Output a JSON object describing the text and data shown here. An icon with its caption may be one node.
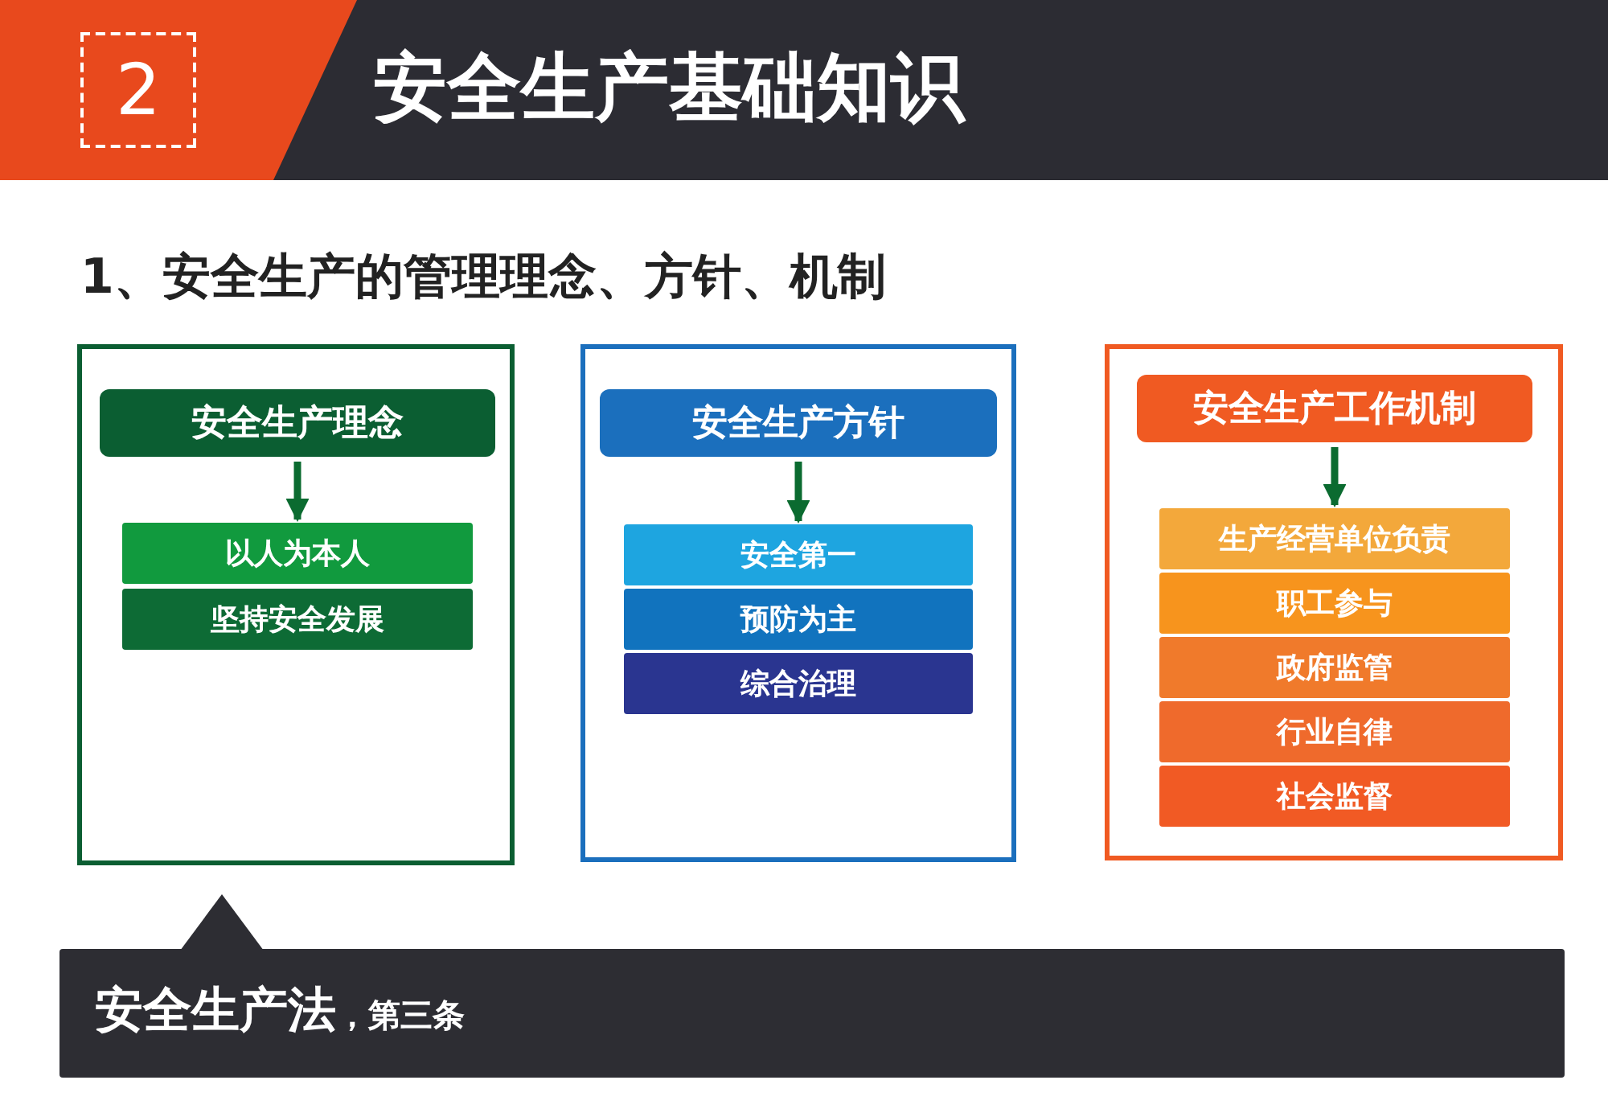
{
  "diagram": {
    "title": "安全生产基础知识",
    "nodes": [
      {
        "text": [
          "2"
        ]
      },
      {
        "text": [],
        "shape": "box"
      },
      {
        "text": [
          "安全生产理念"
        ],
        "in": 1
      },
      {
        "text": [
          "以人为本人"
        ],
        "in": 1
      },
      {
        "text": [
          "坚持安全发展"
        ],
        "in": 1
      },
      {
        "text": [],
        "shape": "box"
      },
      {
        "text": [
          "安全生产方针"
        ],
        "in": 5
      },
      {
        "text": [
          "安全第一"
        ],
        "in": 5
      },
      {
        "text": [
          "预防为主"
        ],
        "in": 5
      },
      {
        "text": [
          "综合治理"
        ],
        "in": 5
      },
      {
        "text": [],
        "shape": "box"
      },
      {
        "text": [
          "安全生产工作机制"
        ],
        "in": 10
      },
      {
        "text": [
          "生产经营单位负责"
        ],
        "in": 10
      },
      {
        "text": [
          "职工参与"
        ],
        "in": 10
      },
      {
        "text": [
          "政府监管"
        ],
        "in": 10
      },
      {
        "text": [
          "行业自律"
        ],
        "in": 10
      },
      {
        "text": [
          "社会监督"
        ],
        "in": 10
      },
      {
        "text": [
          "安全生产法",
          "，第三条"
        ]
      }
    ],
    "edges": [
      {
        "from": 2,
        "to": 3,
        "arrow": "to"
      },
      {
        "from": 6,
        "to": 7,
        "arrow": "to"
      },
      {
        "from": 11,
        "to": 12,
        "arrow": "to"
      }
    ],
    "labels": [
      "1、安全生产的管理理念、方针、机制"
    ]
  }
}
